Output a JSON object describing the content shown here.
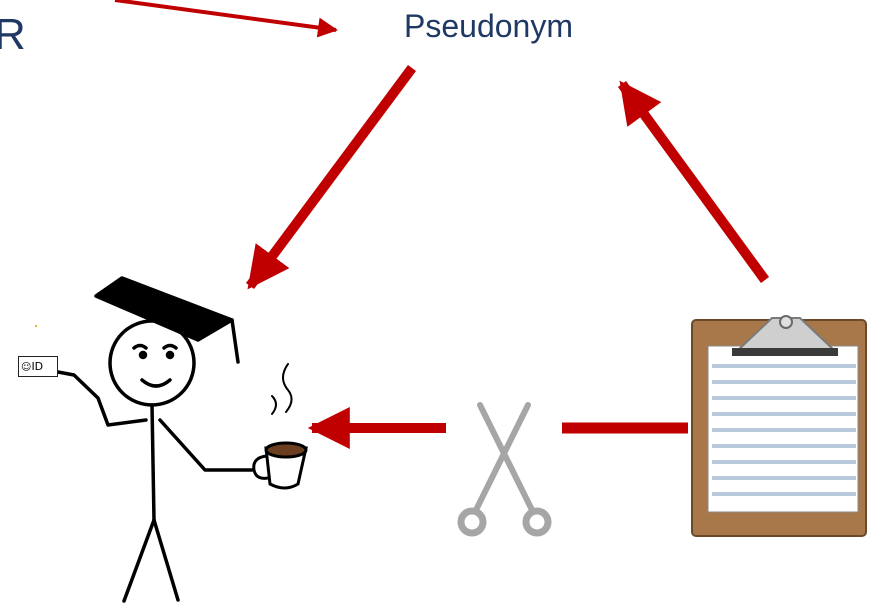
{
  "labels": {
    "pseudonym": "Pseudonym",
    "r_fragment": "R",
    "id_card": "ID"
  },
  "colors": {
    "arrow": "#c00000",
    "label_text": "#1f3864",
    "clipboard_board": "#a9784a",
    "paper_lines": "#b8c9dc"
  },
  "icons": {
    "person": "graduate-stick-figure-icon",
    "cup": "coffee-cup-icon",
    "scissors": "scissors-icon",
    "clipboard": "clipboard-icon",
    "card": "id-card-icon"
  }
}
